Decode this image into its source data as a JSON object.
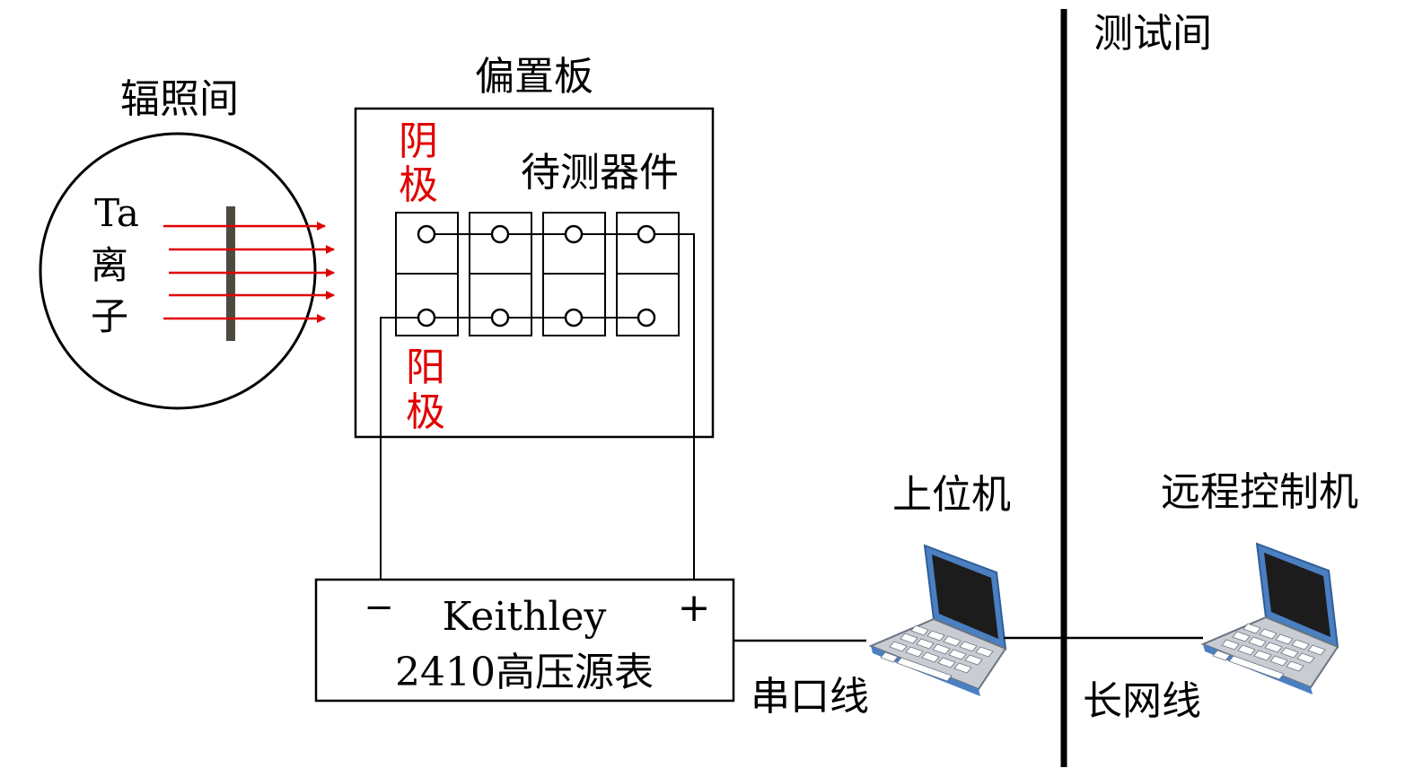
{
  "labels": {
    "radiation_room": "辐照间",
    "ta_line1": "Ta",
    "ta_line2": "离",
    "ta_line3": "子",
    "bias_board": "偏置板",
    "cathode_1": "阴",
    "cathode_2": "极",
    "anode_1": "阳",
    "anode_2": "极",
    "dut": "待测器件",
    "minus": "−",
    "plus": "+",
    "source_line1": "Keithley",
    "source_line2": "2410高压源表",
    "serial_cable": "串口线",
    "host_pc": "上位机",
    "test_room": "测试间",
    "remote_pc": "远程控制机",
    "long_cable": "长网线"
  },
  "colors": {
    "ion_beam": "#e00000",
    "laptop_blue": "#4a7fc1",
    "laptop_screen": "#1c1c1c",
    "line": "#000000",
    "sample": "#4d4a40"
  },
  "icons": {
    "host_laptop": "laptop-icon",
    "remote_laptop": "laptop-icon"
  }
}
